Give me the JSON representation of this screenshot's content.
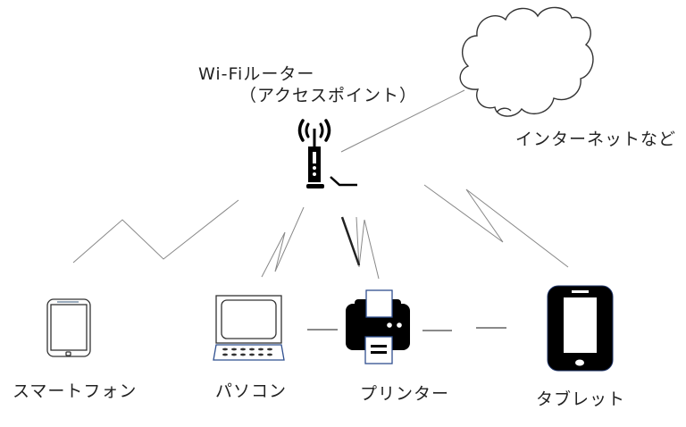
{
  "router": {
    "title_line1": "Wi-Fiルーター",
    "title_line2": "（アクセスポイント）"
  },
  "internet": {
    "label": "インターネットなど"
  },
  "devices": [
    {
      "id": "smartphone",
      "label": "スマートフォン",
      "icon": "smartphone-icon"
    },
    {
      "id": "pc",
      "label": "パソコン",
      "icon": "laptop-icon"
    },
    {
      "id": "printer",
      "label": "プリンター",
      "icon": "printer-icon"
    },
    {
      "id": "tablet",
      "label": "タブレット",
      "icon": "tablet-icon"
    }
  ],
  "colors": {
    "line": "#888888",
    "icon_fill": "#000000",
    "icon_accent": "#2f4f8f"
  }
}
